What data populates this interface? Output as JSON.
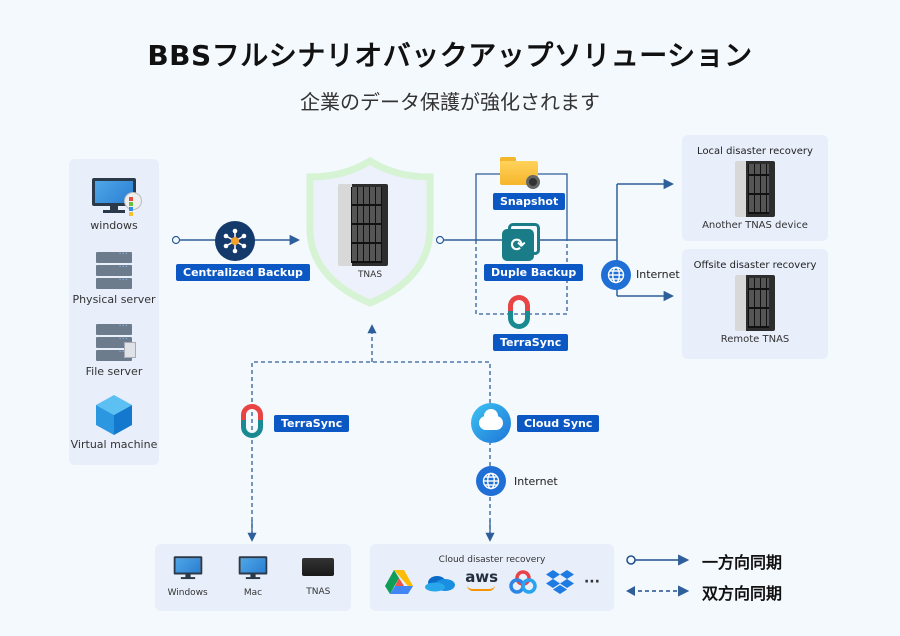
{
  "header": {
    "title": "BBSフルシナリオバックアップソリューション",
    "subtitle": "企業のデータ保護が強化されます"
  },
  "sources": {
    "items": [
      {
        "label": "windows",
        "icon": "windows-pc-icon"
      },
      {
        "label": "Physical server",
        "icon": "physical-server-icon"
      },
      {
        "label": "File server",
        "icon": "file-server-icon"
      },
      {
        "label": "Virtual machine",
        "icon": "virtual-machine-icon"
      }
    ]
  },
  "centralized_backup": {
    "label": "Centralized Backup"
  },
  "tnas": {
    "label": "TNAS"
  },
  "local_features": {
    "snapshot": "Snapshot",
    "duple_backup": "Duple Backup",
    "terrasync": "TerraSync"
  },
  "targets": {
    "local": {
      "title": "Local disaster recovery",
      "device": "Another TNAS device"
    },
    "offsite": {
      "title": "Offsite disaster recovery",
      "device": "Remote TNAS"
    },
    "internet_label": "Internet"
  },
  "bottom": {
    "terrasync_label": "TerraSync",
    "cloud_sync_label": "Cloud Sync",
    "internet_label": "Internet",
    "sync_devices": [
      {
        "label": "Windows"
      },
      {
        "label": "Mac"
      },
      {
        "label": "TNAS"
      }
    ],
    "cloud": {
      "title": "Cloud disaster recovery",
      "providers": [
        "google-drive",
        "onedrive",
        "aws",
        "baidu-cloud",
        "dropbox"
      ],
      "more": "···",
      "aws_text": "aws"
    }
  },
  "legend": {
    "one_way": "一方向同期",
    "two_way": "双方向同期"
  },
  "colors": {
    "background": "#f4f9fe",
    "panel": "#e8eefa",
    "badge": "#0b58c5",
    "line": "#2e5f9a",
    "shield": "#d9f3d9"
  }
}
